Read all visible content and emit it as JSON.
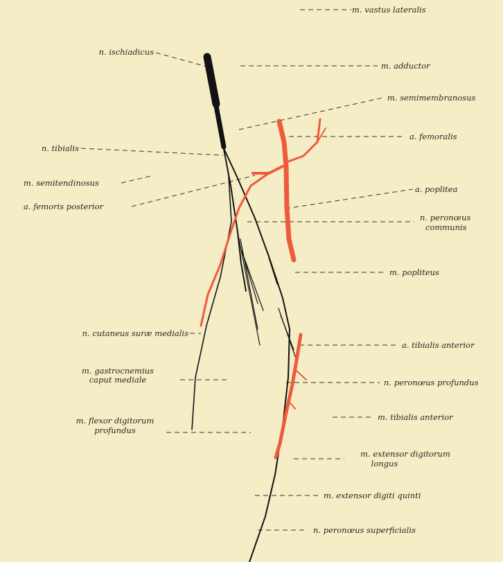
{
  "colors": {
    "background": "#f4edc6",
    "nerve": "#121212",
    "artery": "#ee5a3c",
    "text": "#2a2420"
  },
  "labels": {
    "vastus_lateralis": "m. vastus lateralis",
    "ischiadicus": "n. ischiadicus",
    "adductor": "m. adductor",
    "semimembranosus": "m. semimembranosus",
    "femoralis": "a. femoralis",
    "tibialis": "n. tibialis",
    "semitendinosus": "m. semitendinosus",
    "poplitea": "a. poplitea",
    "femoris_posterior": "a. femoris posterior",
    "peronaeus_communis_1": "n. peronœus",
    "peronaeus_communis_2": "communis",
    "popliteus": "m. popliteus",
    "cutaneus_surae": "n. cutaneus suræ medialis",
    "tibialis_anterior_artery": "a. tibialis anterior",
    "gastrocnemius_1": "m. gastrocnemius",
    "gastrocnemius_2": "caput mediale",
    "peronaeus_profundus": "n. peronœus profundus",
    "tibialis_anterior_muscle": "m. tibialis anterior",
    "flexor_1": "m. flexor digitorum",
    "flexor_2": "profundus",
    "ext_dig_longus_1": "m. extensor digitorum",
    "ext_dig_longus_2": "longus",
    "ext_dig_quinti": "m. extensor digiti quinti",
    "peronaeus_superficialis": "n. peronœus superficialis"
  }
}
